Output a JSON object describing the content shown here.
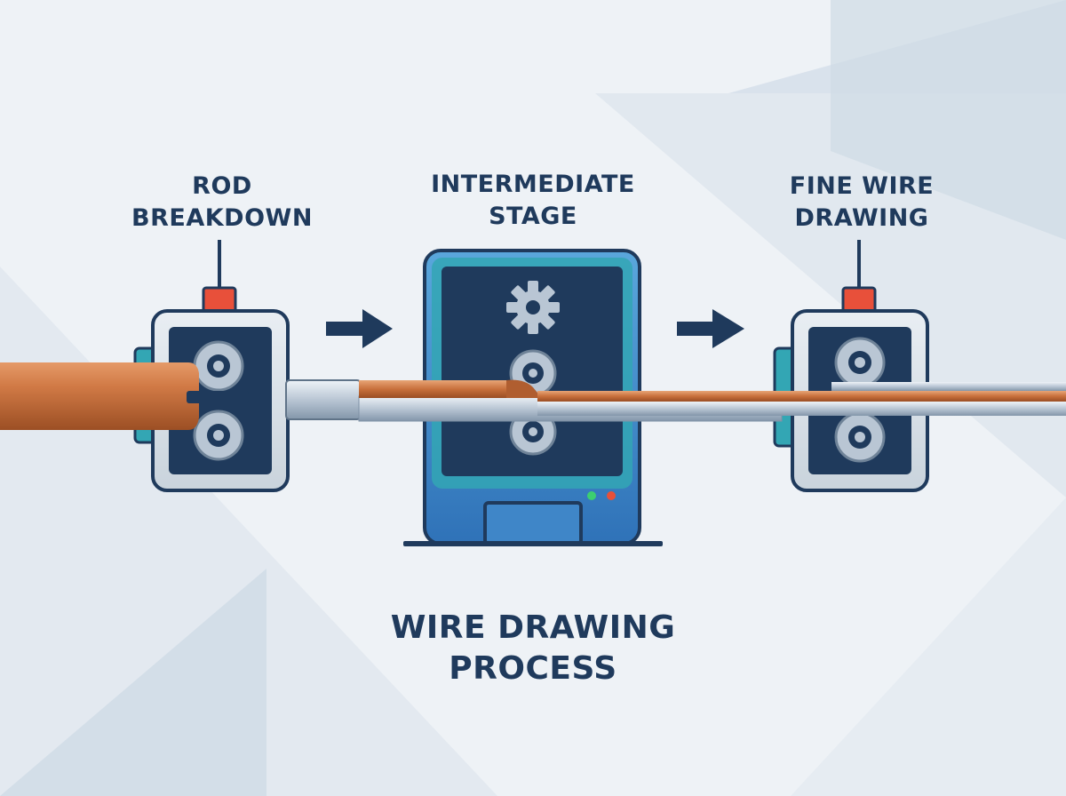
{
  "stages": [
    {
      "id": "rod",
      "lines": [
        "ROD",
        "BREAKDOWN"
      ]
    },
    {
      "id": "mid",
      "lines": [
        "INTERMEDIATE",
        "STAGE"
      ]
    },
    {
      "id": "fine",
      "lines": [
        "FINE WIRE",
        "DRAWING"
      ]
    }
  ],
  "title": {
    "lines": [
      "WIRE DRAWING",
      "PROCESS"
    ]
  },
  "icons": [
    "gear-icon",
    "arrow-right-icon",
    "roller-icon",
    "status-light-icon"
  ],
  "colors": {
    "navy": "#1f3a5c",
    "copper": "#c8703c",
    "steel": "#b9c6d4",
    "machine_blue": "#3f86c8",
    "teal": "#33a6b4",
    "light_green": "#3ccf70",
    "light_red": "#e8503a"
  }
}
